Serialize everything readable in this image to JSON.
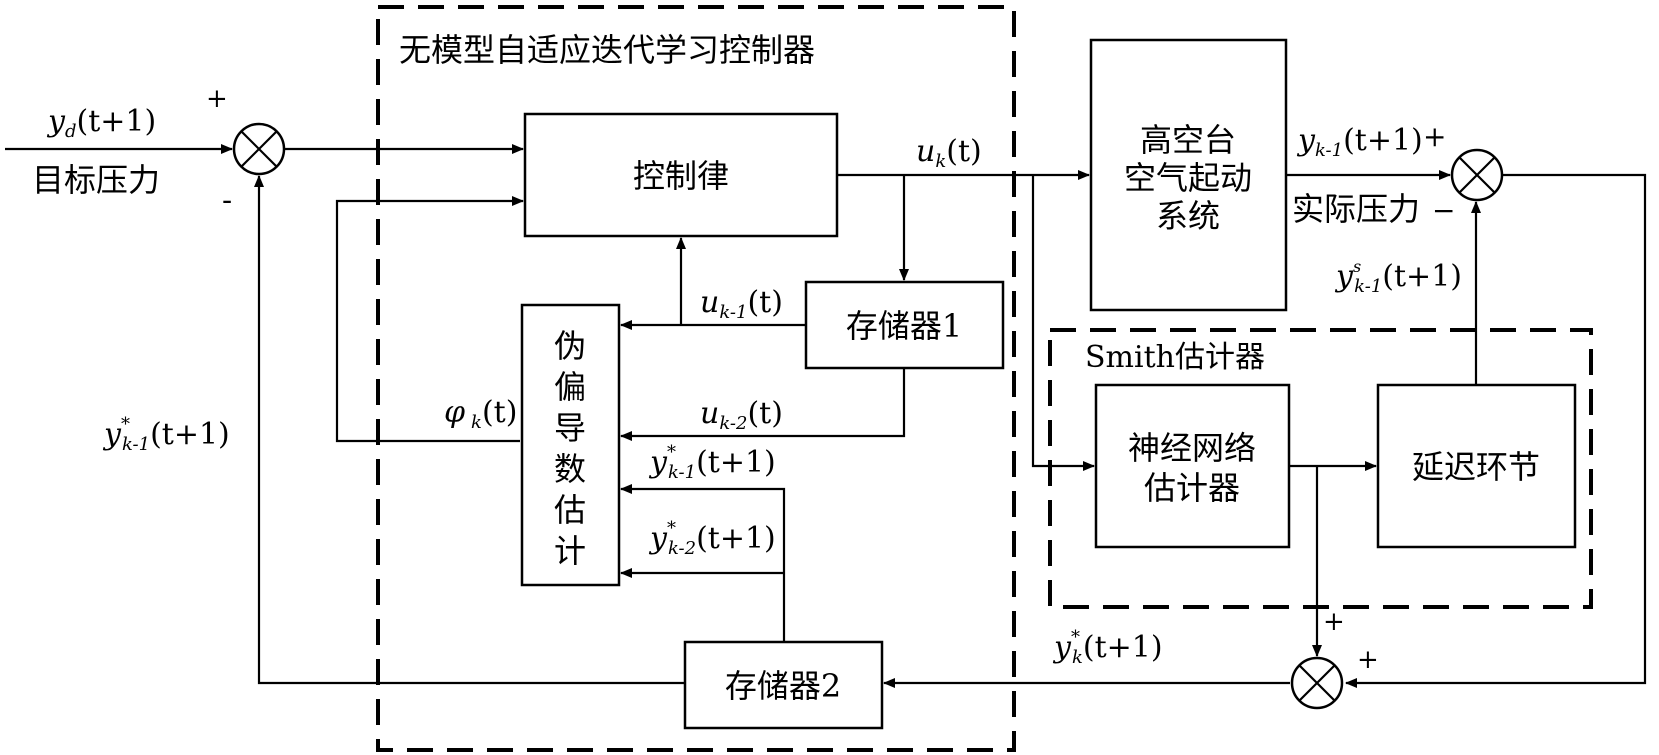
{
  "controller_group": {
    "title": "无模型自适应迭代学习控制器"
  },
  "smith_group": {
    "title": "Smith估计器"
  },
  "blocks": {
    "control_law": "控制律",
    "memory1": "存储器1",
    "memory2": "存储器2",
    "pseudo_derivative": [
      "伪",
      "偏",
      "导",
      "数",
      "估",
      "计"
    ],
    "plant": [
      "高空台",
      "空气起动",
      "系统"
    ],
    "nn_estimator": [
      "神经网络",
      "估计器"
    ],
    "delay": "延迟环节"
  },
  "labels": {
    "target_pressure": "目标压力",
    "actual_pressure": "实际压力",
    "yd": {
      "base": "y",
      "sub": "d",
      "arg": "(t+1)"
    },
    "uk": {
      "base": "u",
      "sub": "k",
      "arg": "(t)"
    },
    "uk1": {
      "base": "u",
      "sub": "k-1",
      "arg": "(t)"
    },
    "uk2": {
      "base": "u",
      "sub": "k-2",
      "arg": "(t)"
    },
    "phik": {
      "base": "φ",
      "sub": "k",
      "arg": "(t)"
    },
    "yk1_out": {
      "base": "y",
      "sub": "k-1",
      "arg": "(t+1)"
    },
    "yk1s": {
      "base": "y",
      "sub": "k-1",
      "sup": "s",
      "arg": "(t+1)"
    },
    "yk1star_left": {
      "base": "y",
      "sub": "k-1",
      "sup": "*",
      "arg": "(t+1)"
    },
    "yk1star_in": {
      "base": "y",
      "sub": "k-1",
      "sup": "*",
      "arg": "(t+1)"
    },
    "yk2star_in": {
      "base": "y",
      "sub": "k-2",
      "sup": "*",
      "arg": "(t+1)"
    },
    "ykstar": {
      "base": "y",
      "sub": "k",
      "sup": "*",
      "arg": "(t+1)"
    }
  },
  "signs": {
    "plus": "+",
    "minus": "-",
    "minus_long": "−"
  }
}
